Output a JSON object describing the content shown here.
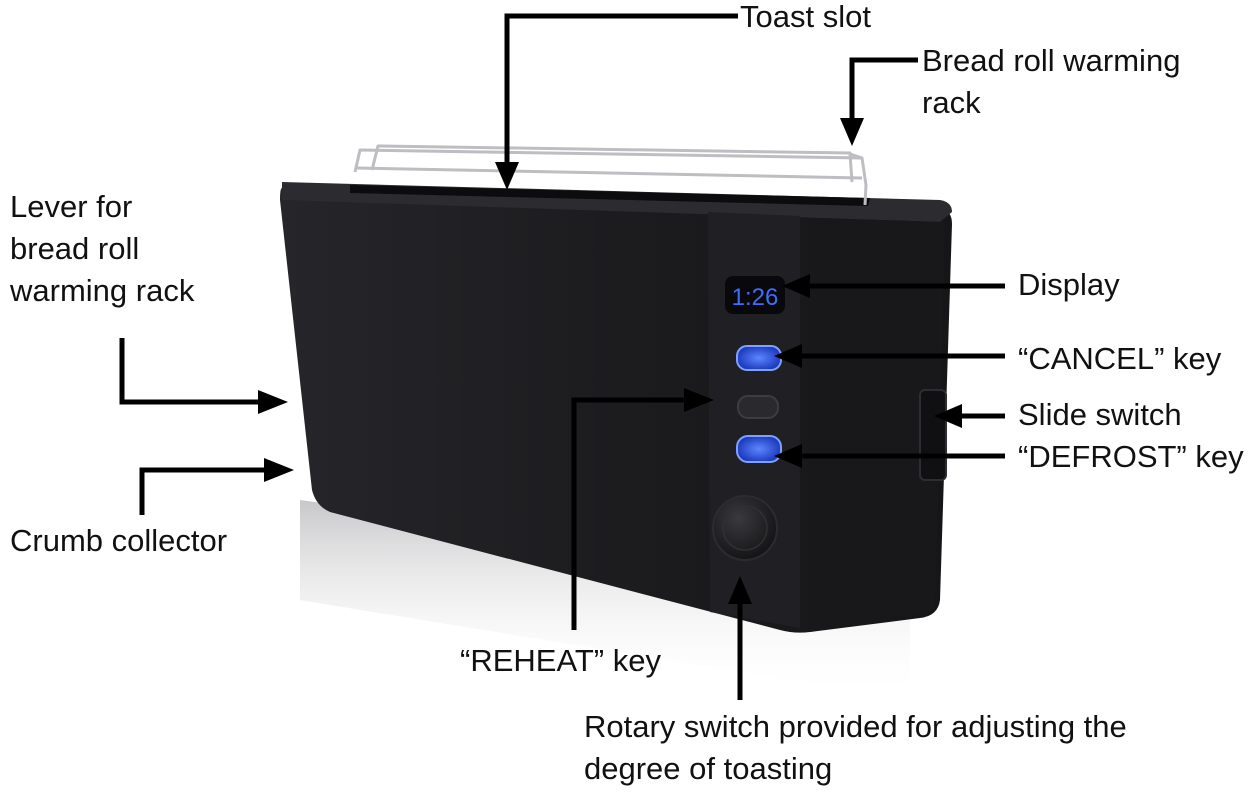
{
  "colors": {
    "body": "#1d1d20",
    "top": "#2a2a2e",
    "rack": "#b8b8bc",
    "display_text": "#3d6cff",
    "key_glow": "#2f5cff",
    "arrow": "#000000",
    "label_text": "#111111"
  },
  "display": {
    "readout": "1:26"
  },
  "labels": {
    "toast_slot": "Toast slot",
    "bread_roll_rack": "Bread roll warming rack",
    "lever": "Lever for bread roll warming rack",
    "display": "Display",
    "cancel_key": "“CANCEL” key",
    "slide_switch": "Slide switch",
    "defrost_key": "“DEFROST” key",
    "crumb_collector": "Crumb collector",
    "reheat_key": "“REHEAT” key",
    "rotary_switch": "Rotary switch provided for adjusting the degree of toasting"
  }
}
